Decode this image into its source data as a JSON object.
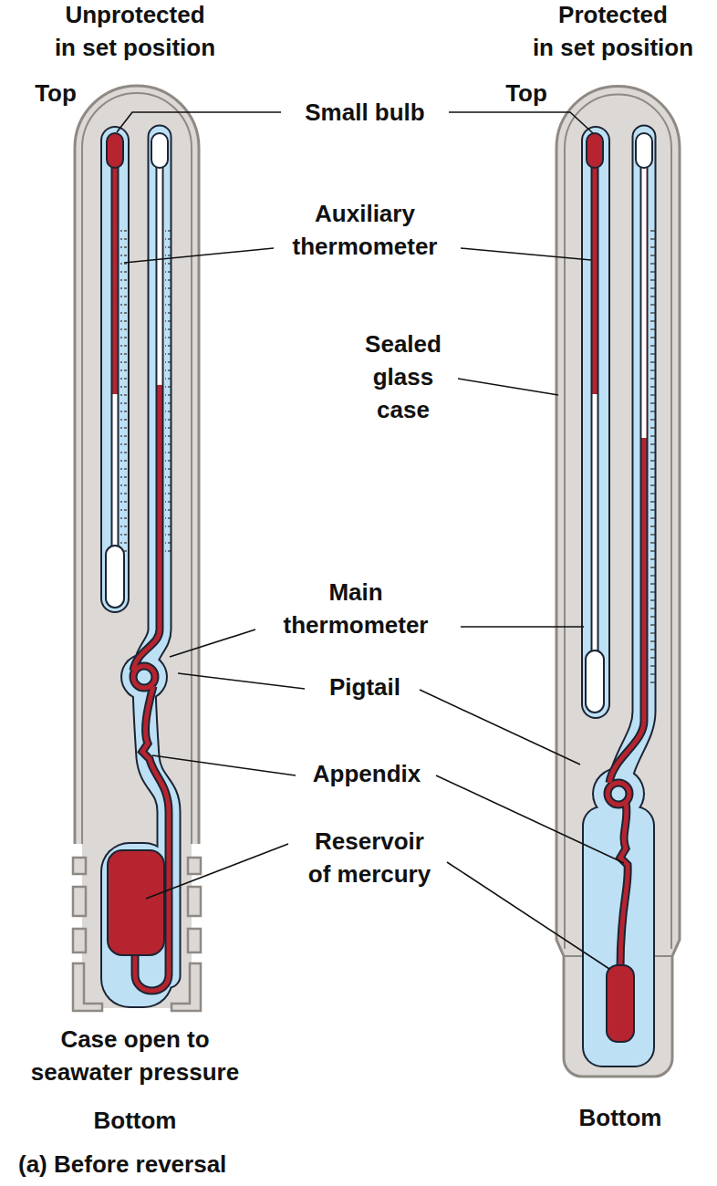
{
  "diagram": {
    "caption": "(a) Before reversal",
    "labels": [
      "Unprotected in set position",
      "Protected in set position",
      "Top",
      "Top",
      "Small bulb",
      "Auxiliary thermometer",
      "Sealed glass case",
      "Main thermometer",
      "Pigtail",
      "Appendix",
      "Reservoir of mercury",
      "Case open to seawater pressure",
      "Bottom",
      "Bottom"
    ]
  }
}
